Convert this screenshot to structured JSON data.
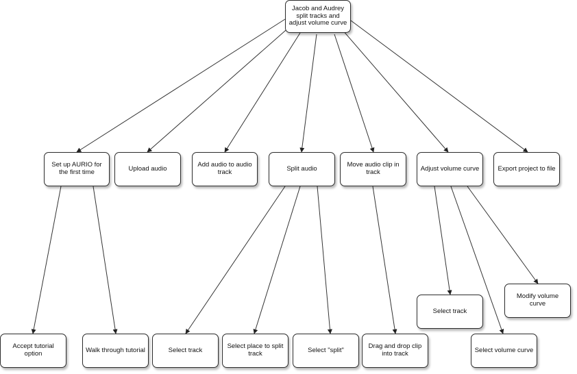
{
  "diagram": {
    "root": "Jacob and Audrey split tracks and adjust volume curve",
    "tasks": {
      "setup": "Set up AURIO for the first time",
      "upload": "Upload audio",
      "add": "Add audio to audio track",
      "split": "Split audio",
      "move": "Move audio clip in track",
      "adjust": "Adjust volume curve",
      "export": "Export project to file"
    },
    "subtasks": {
      "accept": "Accept tutorial option",
      "walk": "Walk through tutorial",
      "split_select_track": "Select track",
      "select_place": "Select place to split track",
      "select_split": "Select \"split\"",
      "drag": "Drag and drop clip into track",
      "adjust_select_track": "Select track",
      "select_curve": "Select volume curve",
      "modify": "Modify volume curve"
    }
  }
}
